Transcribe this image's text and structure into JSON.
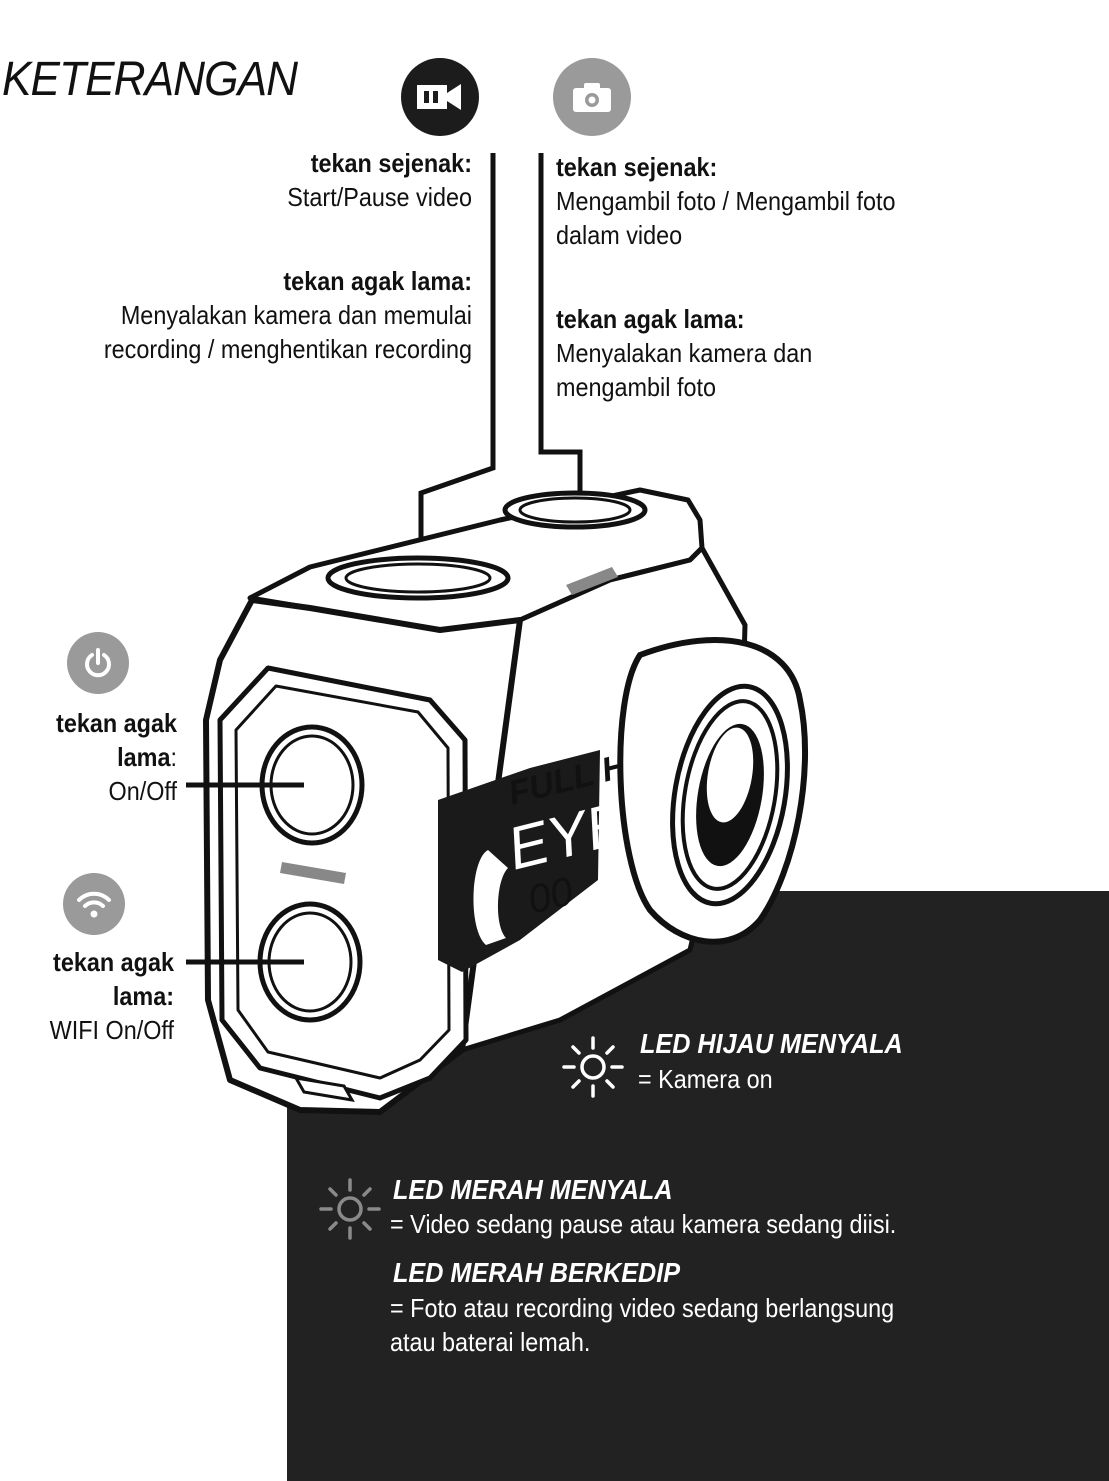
{
  "title": "KETERANGAN",
  "video_button": {
    "icon": "video-camera-icon",
    "short_press_label": "tekan sejenak:",
    "short_press_text": "Start/Pause video",
    "long_press_label": "tekan agak lama:",
    "long_press_text_line1": "Menyalakan kamera dan memulai",
    "long_press_text_line2": "recording / menghentikan recording"
  },
  "photo_button": {
    "icon": "camera-icon",
    "short_press_label": "tekan sejenak:",
    "short_press_text_line1": "Mengambil foto / Mengambil foto",
    "short_press_text_line2": "dalam video",
    "long_press_label": "tekan agak lama:",
    "long_press_text_line1": "Menyalakan kamera dan",
    "long_press_text_line2": "mengambil foto"
  },
  "power_button": {
    "icon": "power-icon",
    "label_line1": "tekan agak",
    "label_line2": "lama",
    "label_colon": ":",
    "text": "On/Off"
  },
  "wifi_button": {
    "icon": "wifi-icon",
    "label_line1": "tekan agak",
    "label_line2": "lama:",
    "text": "WIFI On/Off"
  },
  "camera_branding": {
    "full_hd": "FULL HD",
    "eye": "EYE",
    "model": "00"
  },
  "leds": {
    "green_title": "LED HIJAU MENYALA",
    "green_text": "= Kamera on",
    "red_title": "LED MERAH MENYALA",
    "red_text": "= Video sedang pause atau kamera sedang diisi.",
    "red_blink_title": "LED MERAH BERKEDIP",
    "red_blink_text_line1": "= Foto atau recording video sedang berlangsung",
    "red_blink_text_line2": "atau baterai lemah."
  },
  "colors": {
    "dark_panel": "#222222",
    "icon_dark": "#1c1c1c",
    "icon_grey": "#9a9a9a",
    "text": "#111111"
  }
}
